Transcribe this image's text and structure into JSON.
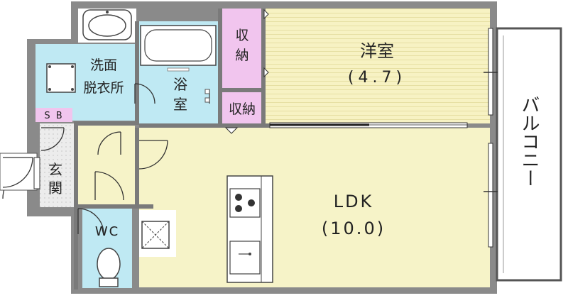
{
  "rooms": {
    "bedroom": {
      "name": "洋室",
      "area": "(4.7)"
    },
    "ldk": {
      "name": "LDK",
      "area": "(10.0)"
    },
    "closet_top": {
      "line1": "収",
      "line2": "納"
    },
    "closet_mid": {
      "label": "収納"
    },
    "bath": {
      "line1": "浴",
      "line2": "室"
    },
    "washroom": {
      "line1": "洗面",
      "line2": "脱衣所"
    },
    "entrance": {
      "line1": "玄",
      "line2": "関"
    },
    "shoe_box": {
      "label": "S B"
    },
    "toilet": {
      "label": "WC"
    },
    "balcony": {
      "label": "バルコニー"
    }
  },
  "colors": {
    "wall": "#7a7a7a",
    "outline": "#555555",
    "bedroom_floor": "#f7f2c3",
    "ldk_floor": "#f6f3c8",
    "closet": "#f1c5ee",
    "wet_area": "#bfe9f3",
    "entrance_floor": "#ececec",
    "balcony": "#ffffff"
  }
}
